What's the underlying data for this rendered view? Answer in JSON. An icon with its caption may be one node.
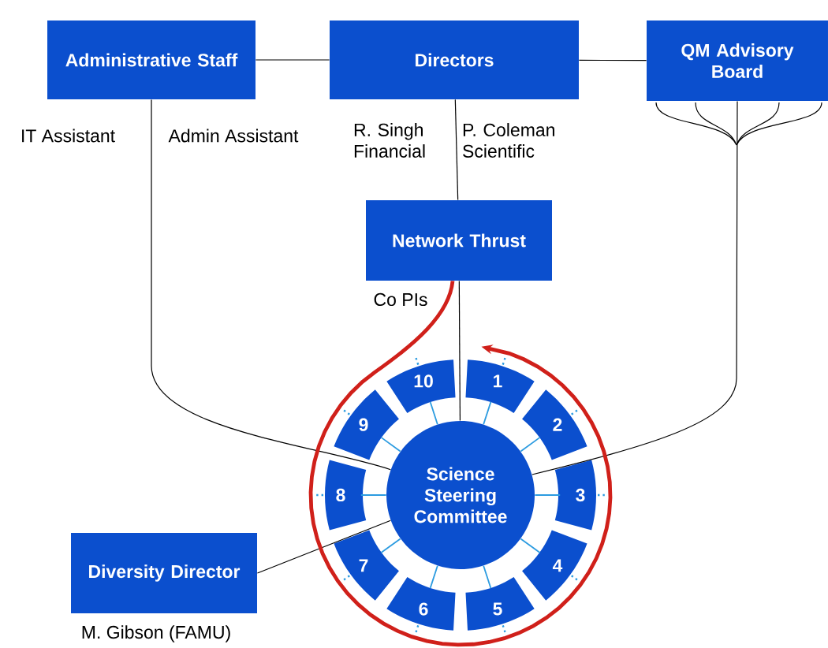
{
  "diagram": {
    "nodes": [
      {
        "text": [
          "Administrative Staff"
        ],
        "beside": [
          "IT Assistant",
          "Admin Assistant"
        ]
      },
      {
        "text": [
          "Directors"
        ],
        "beside": [
          "R. Singh Financial",
          "P. Coleman Scientific"
        ]
      },
      {
        "text": [
          "QM Advisory Board"
        ]
      },
      {
        "text": [
          "Network Thrust"
        ],
        "beside": [
          "Co PIs"
        ]
      },
      {
        "text": [
          "Science Steering Committee"
        ]
      },
      {
        "text": [
          "1"
        ]
      },
      {
        "text": [
          "2"
        ]
      },
      {
        "text": [
          "3"
        ]
      },
      {
        "text": [
          "4"
        ]
      },
      {
        "text": [
          "5"
        ]
      },
      {
        "text": [
          "6"
        ]
      },
      {
        "text": [
          "7"
        ]
      },
      {
        "text": [
          "8"
        ]
      },
      {
        "text": [
          "9"
        ]
      },
      {
        "text": [
          "10"
        ]
      },
      {
        "text": [
          "Diversity Director"
        ],
        "beside": [
          "M. Gibson (FAMU)"
        ]
      }
    ],
    "edges": [
      {
        "from": 0,
        "to": 1,
        "arrow": "none",
        "color": "#000000"
      },
      {
        "from": 1,
        "to": 2,
        "arrow": "none",
        "color": "#000000"
      },
      {
        "from": 1,
        "to": 3,
        "arrow": "none",
        "color": "#000000"
      },
      {
        "from": 3,
        "to": 4,
        "arrow": "none",
        "color": "#000000"
      },
      {
        "from": 0,
        "to": 4,
        "arrow": "none",
        "color": "#000000"
      },
      {
        "from": 2,
        "to": 4,
        "arrow": "none",
        "color": "#000000"
      },
      {
        "from": 15,
        "to": 4,
        "arrow": "none",
        "color": "#000000"
      },
      {
        "from": 3,
        "to": 5,
        "arrow": "to",
        "style": "thick",
        "color": "#d0201a"
      },
      {
        "from": 4,
        "to": 5,
        "arrow": "none"
      },
      {
        "from": 4,
        "to": 6,
        "arrow": "none"
      },
      {
        "from": 4,
        "to": 7,
        "arrow": "none"
      },
      {
        "from": 4,
        "to": 8,
        "arrow": "none"
      },
      {
        "from": 4,
        "to": 9,
        "arrow": "none"
      },
      {
        "from": 4,
        "to": 10,
        "arrow": "none"
      },
      {
        "from": 4,
        "to": 11,
        "arrow": "none"
      },
      {
        "from": 4,
        "to": 12,
        "arrow": "none"
      },
      {
        "from": 4,
        "to": 13,
        "arrow": "none"
      },
      {
        "from": 4,
        "to": 14,
        "arrow": "none"
      }
    ]
  }
}
